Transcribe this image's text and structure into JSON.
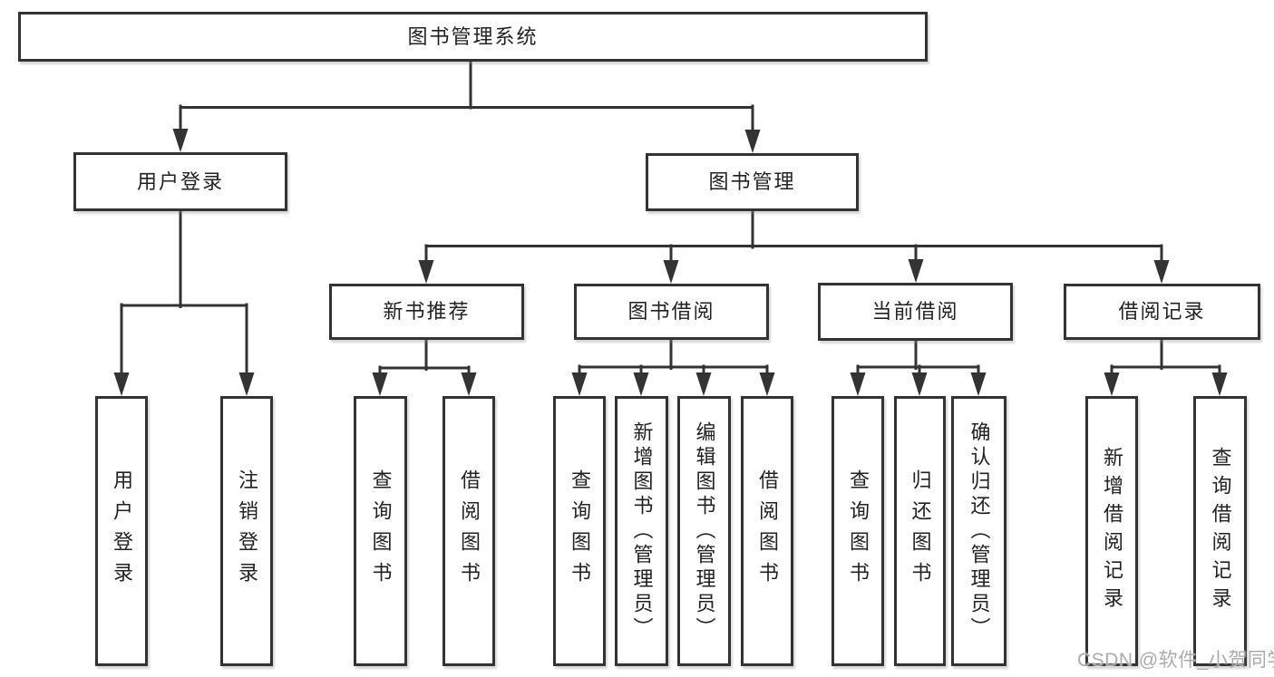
{
  "nodes": {
    "root": "图书管理系统",
    "user_login": "用户登录",
    "book_management": "图书管理",
    "new_book_recommend": "新书推荐",
    "book_borrow": "图书借阅",
    "current_borrow": "当前借阅",
    "borrow_record": "借阅记录"
  },
  "leaves": {
    "user_login": [
      "用户登录",
      "注销登录"
    ],
    "new_book": [
      "查询图书",
      "借阅图书"
    ],
    "book_borrow": [
      "查询图书",
      "新增图书（管理员）",
      "编辑图书（管理员）",
      "借阅图书"
    ],
    "current_borrow": [
      "查询图书",
      "归还图书",
      "确认归还（管理员）"
    ],
    "borrow_record": [
      "新增借阅记录",
      "查询借阅记录"
    ]
  },
  "watermark": "CSDN @软件_小贺同学",
  "colors": {
    "line": "#333333",
    "text": "#222222",
    "box_background": "#ffffff",
    "watermark": "#ababab"
  }
}
